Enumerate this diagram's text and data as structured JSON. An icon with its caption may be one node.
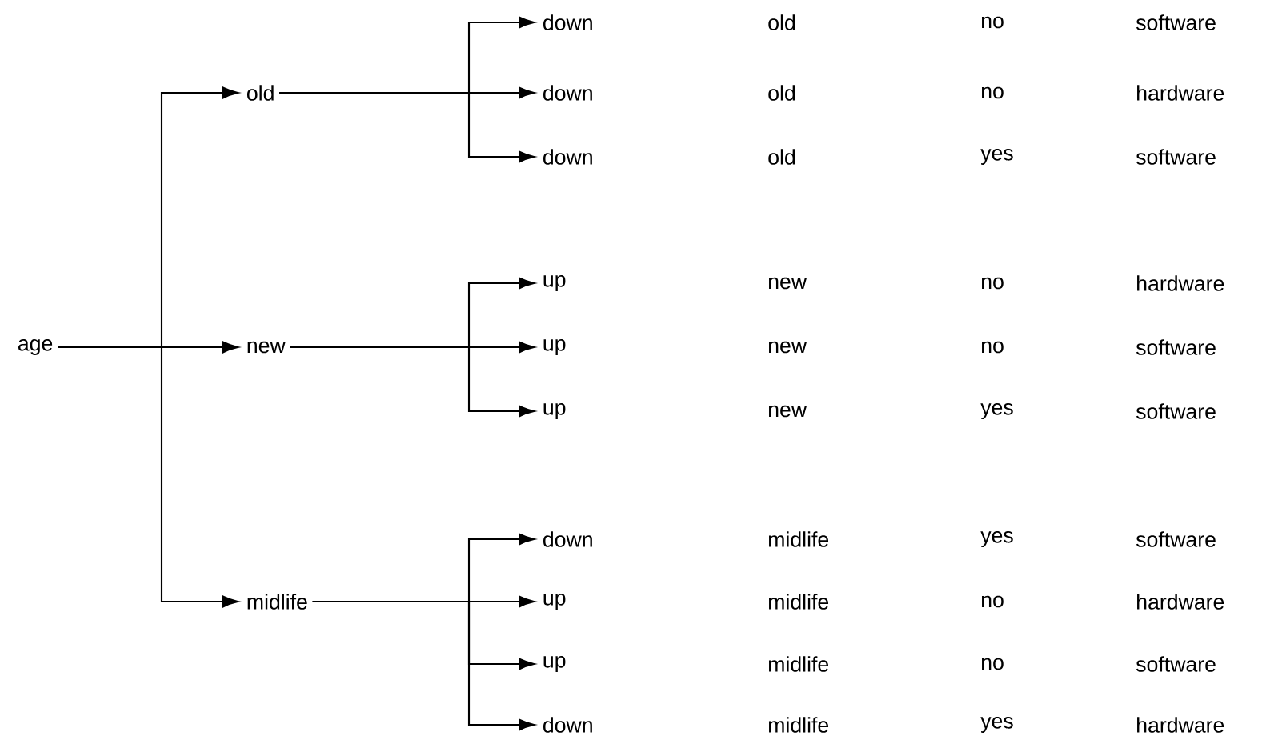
{
  "diagram": {
    "nodes": [
      {
        "text": [
          "age"
        ]
      },
      {
        "text": [
          "old"
        ]
      },
      {
        "text": [
          "new"
        ]
      },
      {
        "text": [
          "midlife"
        ]
      },
      {
        "text": [
          "down"
        ]
      },
      {
        "text": [
          "down"
        ]
      },
      {
        "text": [
          "down"
        ]
      },
      {
        "text": [
          "up"
        ]
      },
      {
        "text": [
          "up"
        ]
      },
      {
        "text": [
          "up"
        ]
      },
      {
        "text": [
          "down"
        ]
      },
      {
        "text": [
          "up"
        ]
      },
      {
        "text": [
          "up"
        ]
      },
      {
        "text": [
          "down"
        ]
      }
    ],
    "edges": [
      {
        "from": 0,
        "to": 1,
        "arrow": "to"
      },
      {
        "from": 0,
        "to": 2,
        "arrow": "to"
      },
      {
        "from": 0,
        "to": 3,
        "arrow": "to"
      },
      {
        "from": 1,
        "to": 4,
        "arrow": "to"
      },
      {
        "from": 1,
        "to": 5,
        "arrow": "to"
      },
      {
        "from": 1,
        "to": 6,
        "arrow": "to"
      },
      {
        "from": 2,
        "to": 7,
        "arrow": "to"
      },
      {
        "from": 2,
        "to": 8,
        "arrow": "to"
      },
      {
        "from": 2,
        "to": 9,
        "arrow": "to"
      },
      {
        "from": 3,
        "to": 10,
        "arrow": "to"
      },
      {
        "from": 3,
        "to": 11,
        "arrow": "to"
      },
      {
        "from": 3,
        "to": 12,
        "arrow": "to"
      },
      {
        "from": 3,
        "to": 13,
        "arrow": "to"
      }
    ],
    "labels": [
      "old",
      "no",
      "software",
      "old",
      "no",
      "hardware",
      "old",
      "yes",
      "software",
      "new",
      "no",
      "hardware",
      "new",
      "no",
      "software",
      "new",
      "yes",
      "software",
      "midlife",
      "yes",
      "software",
      "midlife",
      "no",
      "hardware",
      "midlife",
      "no",
      "software",
      "midlife",
      "yes",
      "hardware"
    ]
  }
}
